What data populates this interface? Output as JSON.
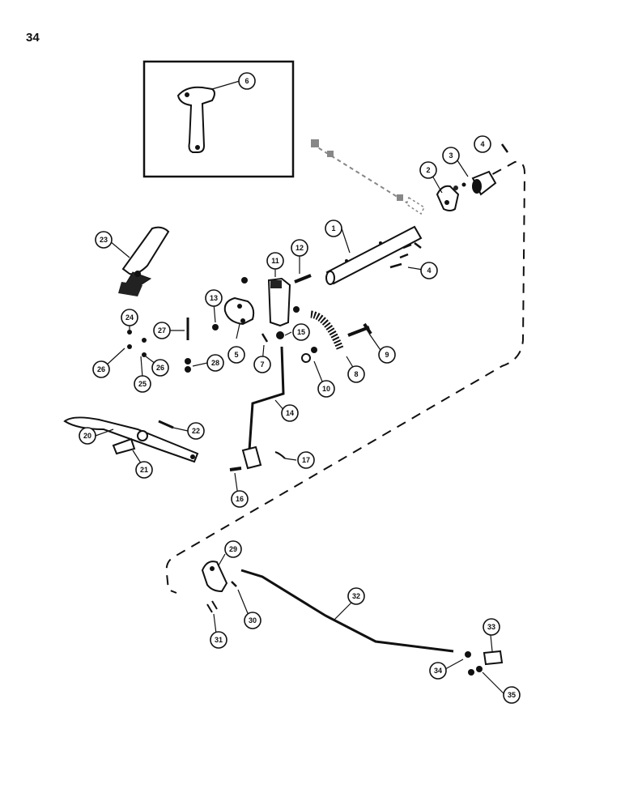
{
  "page": {
    "number": "34"
  },
  "callouts": {
    "c1": "1",
    "c2": "2",
    "c3": "3",
    "c4a": "4",
    "c4b": "4",
    "c5": "5",
    "c6": "6",
    "c7": "7",
    "c8": "8",
    "c9": "9",
    "c10": "10",
    "c11": "11",
    "c12": "12",
    "c13": "13",
    "c14": "14",
    "c15": "15",
    "c16": "16",
    "c17": "17",
    "c20": "20",
    "c21": "21",
    "c22": "22",
    "c23": "23",
    "c24": "24",
    "c25": "25",
    "c26a": "26",
    "c26b": "26",
    "c27": "27",
    "c28": "28",
    "c29": "29",
    "c30": "30",
    "c31": "31",
    "c32": "32",
    "c33": "33",
    "c34": "34",
    "c35": "35"
  }
}
